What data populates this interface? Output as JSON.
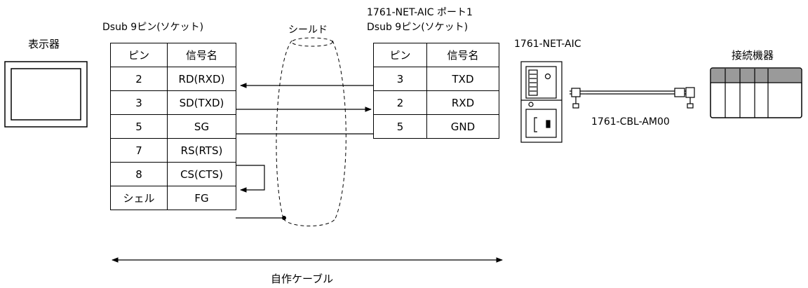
{
  "left_device_label": "表示器",
  "right_device_label": "接続機器",
  "left_connector_label": "Dsub 9ピン(ソケット)",
  "shield_label": "シールド",
  "right_connector_title": "1761-NET-AIC ポート1",
  "right_connector_label": "Dsub 9ピン(ソケット)",
  "module_label": "1761-NET-AIC",
  "cable_model_label": "1761-CBL-AM00",
  "cable_label": "自作ケーブル",
  "left_table": {
    "headers": [
      "ピン",
      "信号名"
    ],
    "rows": [
      [
        "2",
        "RD(RXD)"
      ],
      [
        "3",
        "SD(TXD)"
      ],
      [
        "5",
        "SG"
      ],
      [
        "7",
        "RS(RTS)"
      ],
      [
        "8",
        "CS(CTS)"
      ],
      [
        "シェル",
        "FG"
      ]
    ]
  },
  "right_table": {
    "headers": [
      "ピン",
      "信号名"
    ],
    "rows": [
      [
        "3",
        "TXD"
      ],
      [
        "2",
        "RXD"
      ],
      [
        "5",
        "GND"
      ]
    ]
  }
}
